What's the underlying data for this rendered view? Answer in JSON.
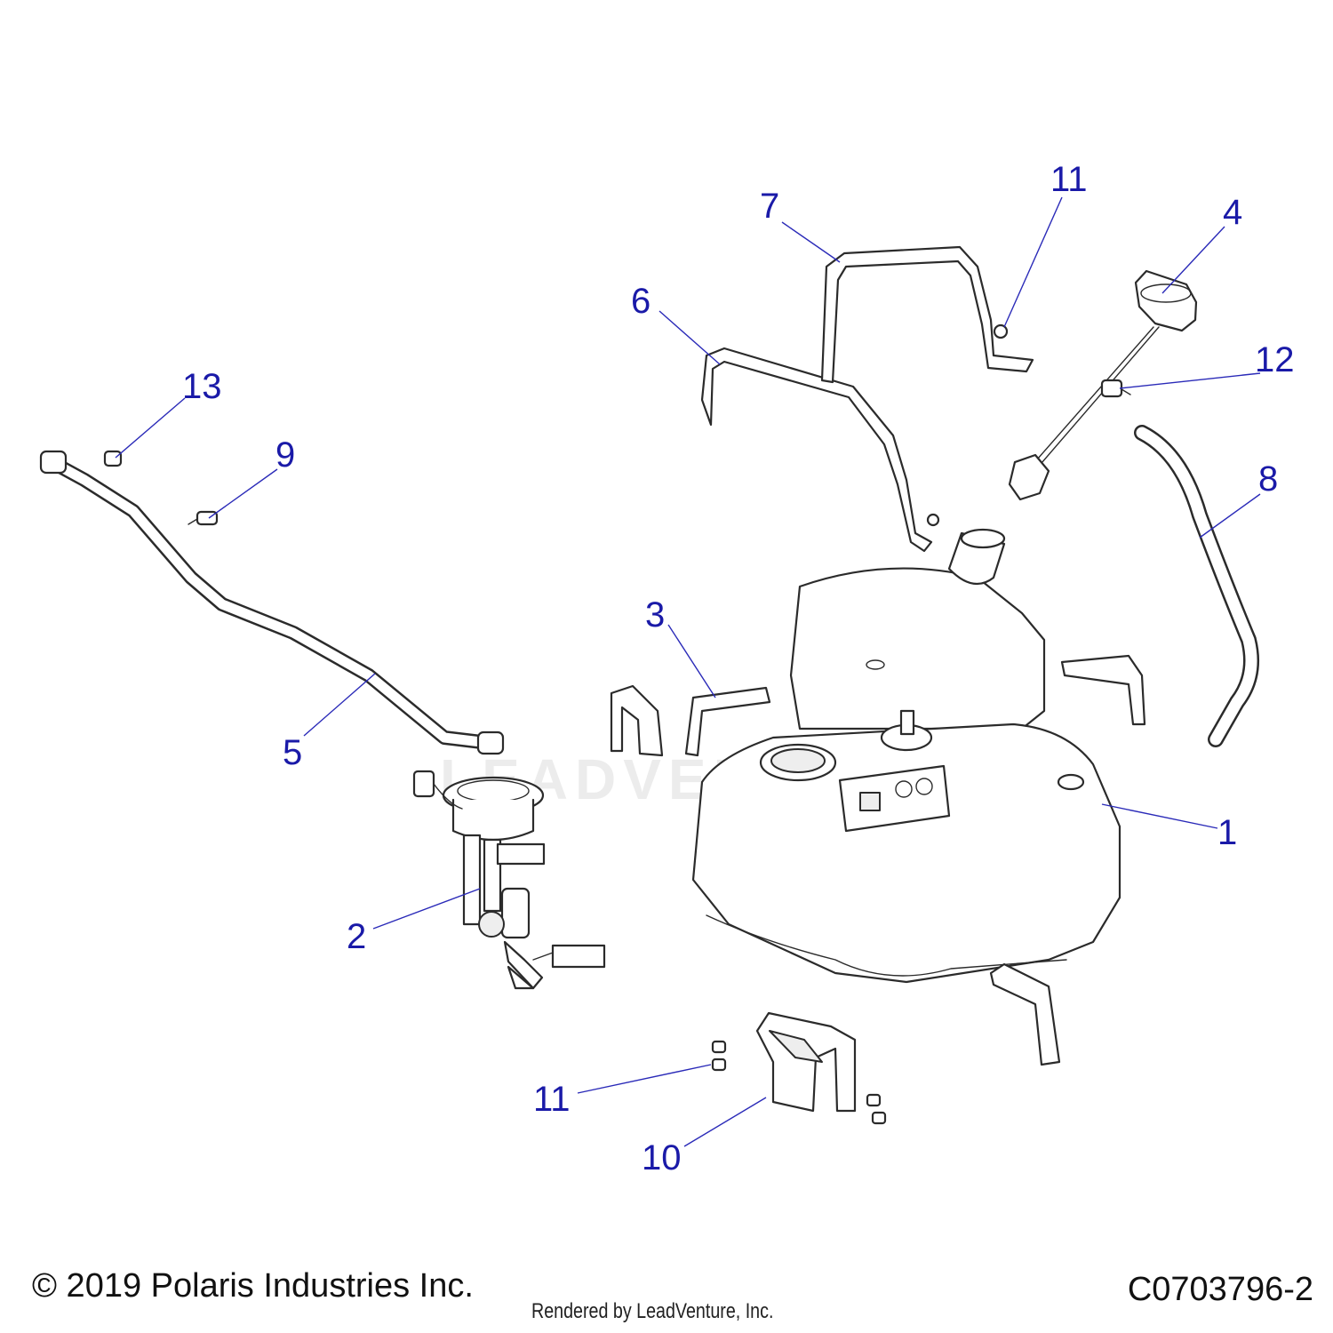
{
  "diagram": {
    "callouts": [
      {
        "id": "1",
        "label": "1"
      },
      {
        "id": "2",
        "label": "2"
      },
      {
        "id": "3",
        "label": "3"
      },
      {
        "id": "4",
        "label": "4"
      },
      {
        "id": "5",
        "label": "5"
      },
      {
        "id": "6",
        "label": "6"
      },
      {
        "id": "7",
        "label": "7"
      },
      {
        "id": "8",
        "label": "8"
      },
      {
        "id": "9",
        "label": "9"
      },
      {
        "id": "10",
        "label": "10"
      },
      {
        "id": "11a",
        "label": "11"
      },
      {
        "id": "11b",
        "label": "11"
      },
      {
        "id": "12",
        "label": "12"
      },
      {
        "id": "13",
        "label": "13"
      }
    ]
  },
  "footer": {
    "copyright": "© 2019 Polaris Industries Inc.",
    "drawing_code": "C0703796-2",
    "rendered_by": "Rendered by LeadVenture, Inc."
  },
  "watermark": {
    "text": "LEADVENTURE"
  },
  "colors": {
    "callout": "#1a1aa8",
    "line_art": "#2b2b2b",
    "background": "#ffffff"
  }
}
